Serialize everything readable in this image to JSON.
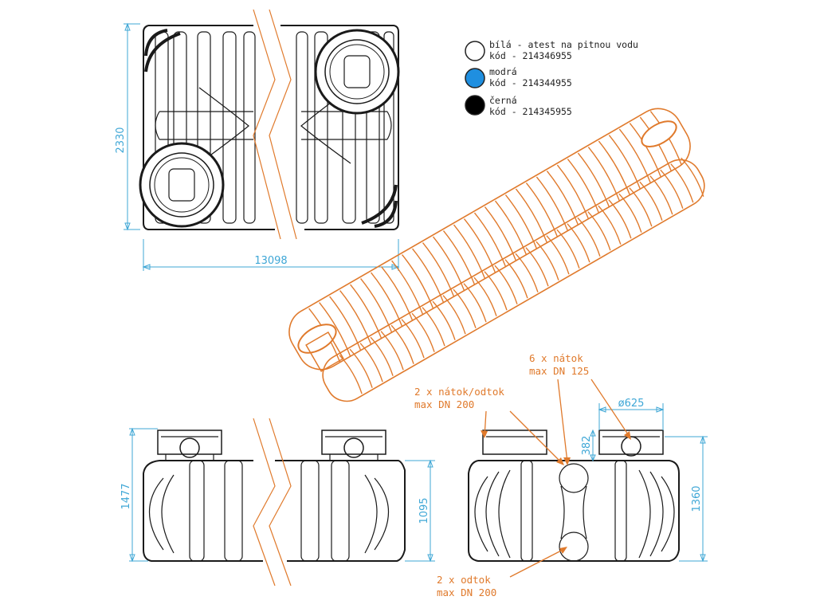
{
  "dimensions": {
    "width_top": "13098",
    "height_top": "2330",
    "height_side": "1477",
    "height_side_inner": "1095",
    "height_end": "1360",
    "height_end_top": "382",
    "diameter": "ø625"
  },
  "legend": [
    {
      "color_name": "bílá",
      "text1": "bílá - atest na pitnou vodu",
      "text2": "kód - 214346955",
      "swatch": "#ffffff"
    },
    {
      "color_name": "modrá",
      "text1": "modrá",
      "text2": "kód - 214344955",
      "swatch": "#1f8fe0"
    },
    {
      "color_name": "černá",
      "text1": "černá",
      "text2": "kód - 214345955",
      "swatch": "#000000"
    }
  ],
  "annotations": {
    "inlet_6": {
      "line1": "6 x nátok",
      "line2": "max DN 125"
    },
    "inout_2": {
      "line1": "2 x nátok/odtok",
      "line2": "max DN 200"
    },
    "out_2": {
      "line1": "2 x odtok",
      "line2": "max DN 200"
    }
  },
  "colors": {
    "dimension": "#3fa7d6",
    "accent": "#e07a2c",
    "drawing": "#1a1a1a"
  }
}
